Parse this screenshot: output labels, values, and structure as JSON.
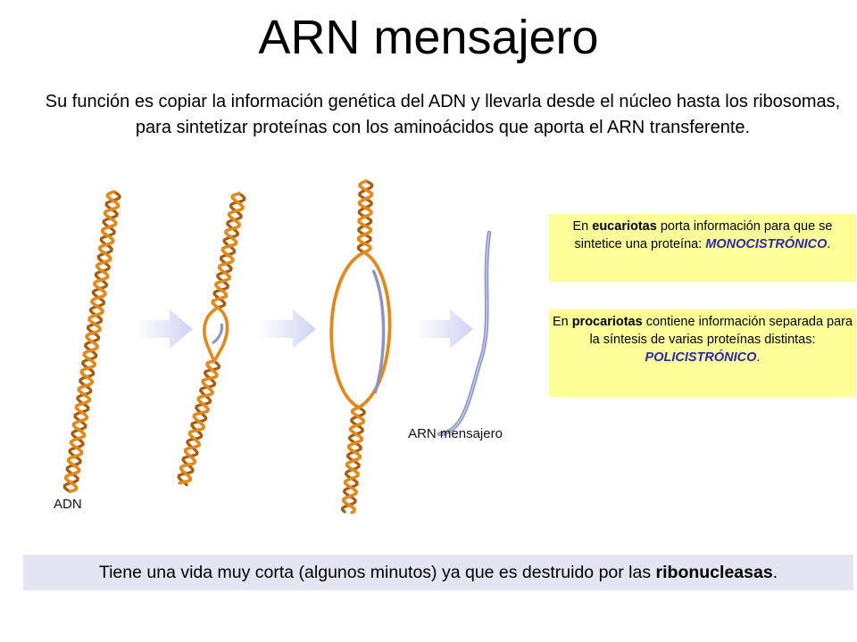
{
  "title": "ARN mensajero",
  "intro": "Su función es copiar la información genética del ADN y llevarla desde el núcleo hasta los ribosomas, para sintetizar proteínas con los aminoácidos que aporta el ARN transferente.",
  "diagram": {
    "label_adn": "ADN",
    "label_arn": "ARN mensajero",
    "colors": {
      "dna": "#e08a1e",
      "dna_dark": "#a85a08",
      "rna": "#8a93c4",
      "arrow": "#d6d8f4"
    }
  },
  "boxes": [
    {
      "pre": "En ",
      "keyword": "eucariotas",
      "mid": " porta información para que se sintetice una proteína: ",
      "term": "MONOCISTRÓNICO",
      "end": "."
    },
    {
      "pre": "En ",
      "keyword": "procariotas",
      "mid": " contiene información separada para la síntesis de varias proteínas distintas: ",
      "term": "POLICISTRÓNICO",
      "end": "."
    }
  ],
  "footer": {
    "pre": "Tiene una vida muy corta (algunos minutos) ya que es destruido por las ",
    "keyword": "ribonucleasas",
    "end": "."
  },
  "colors": {
    "box_bg": "#ffff99",
    "footer_bg": "#e4e4f2",
    "term": "#2a2aa8"
  }
}
